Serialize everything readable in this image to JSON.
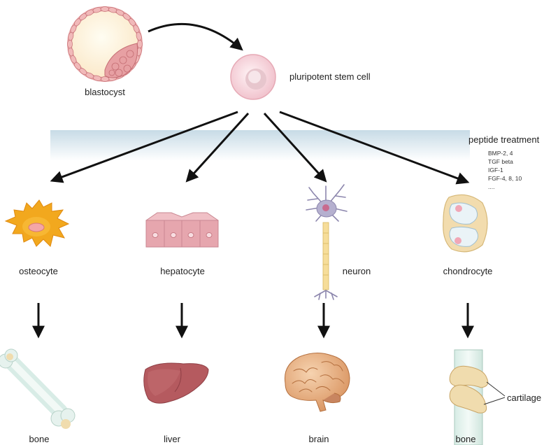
{
  "top": {
    "blastocyst": "blastocyst",
    "stem_cell": "pluripotent stem cell"
  },
  "treatment": {
    "title": "peptide treatment",
    "factors": [
      "BMP-2, 4",
      "TGF beta",
      "IGF-1",
      "FGF-4, 8, 10",
      "...."
    ]
  },
  "cells": [
    "osteocyte",
    "hepatocyte",
    "neuron",
    "chondrocyte"
  ],
  "tissues": [
    "bone",
    "liver",
    "brain",
    "bone"
  ],
  "annotation": "cartilage",
  "colors": {
    "band": "#c9dde8",
    "cell_pink": "#f2c6cf",
    "osteocyte": "#f2a81e",
    "hepatocyte": "#e6a6ae",
    "liver": "#b55a5f",
    "brain": "#e9b48a",
    "bone": "#e4f1ec",
    "cartilage": "#f0dcae"
  }
}
